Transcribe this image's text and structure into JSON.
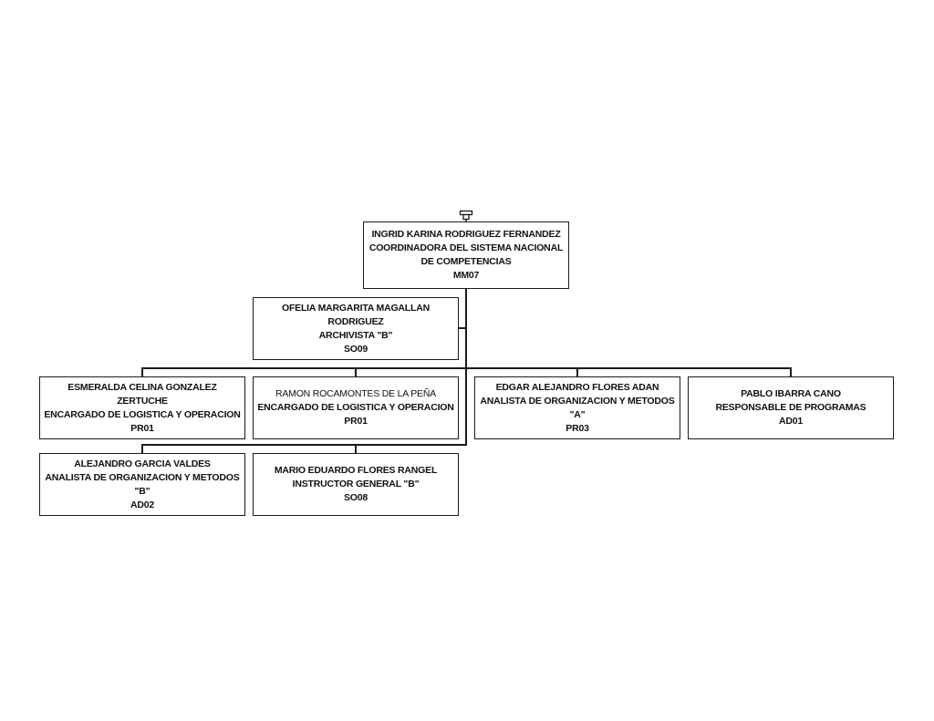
{
  "chart_title": "",
  "root": {
    "name": "INGRID KARINA RODRIGUEZ FERNANDEZ",
    "title_line1": "COORDINADORA DEL SISTEMA NACIONAL",
    "title_line2": "DE COMPETENCIAS",
    "code": "MM07"
  },
  "assistant": {
    "name_line1": "OFELIA MARGARITA MAGALLAN",
    "name_line2": "RODRIGUEZ",
    "title": "ARCHIVISTA \"B\"",
    "code": "SO09"
  },
  "staff": [
    {
      "name": "ESMERALDA CELINA GONZALEZ ZERTUCHE",
      "title": "ENCARGADO DE LOGISTICA Y OPERACION",
      "code": "PR01"
    },
    {
      "name": "RAMON ROCAMONTES DE LA PEÑA",
      "title": "ENCARGADO DE LOGISTICA Y OPERACION",
      "code": "PR01"
    },
    {
      "name": "EDGAR ALEJANDRO FLORES ADAN",
      "title_line1": "ANALISTA DE ORGANIZACION Y METODOS",
      "title_line2": "\"A\"",
      "code": "PR03"
    },
    {
      "name": "PABLO IBARRA CANO",
      "title": "RESPONSABLE DE PROGRAMAS",
      "code": "AD01"
    },
    {
      "name": "ALEJANDRO GARCIA VALDES",
      "title_line1": "ANALISTA DE ORGANIZACION Y METODOS",
      "title_line2": "\"B\"",
      "code": "AD02"
    },
    {
      "name": "MARIO EDUARDO FLORES RANGEL",
      "title": "INSTRUCTOR GENERAL \"B\"",
      "code": "SO08"
    }
  ]
}
